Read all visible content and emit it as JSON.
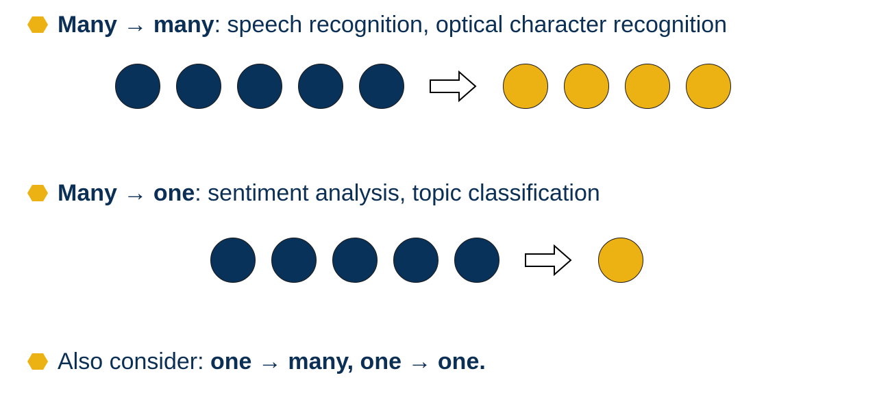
{
  "colors": {
    "bullet": "#ecb113",
    "text": "#0b2f55",
    "input_circle": "#09325a",
    "output_circle": "#ecb113",
    "outline": "#1a1a1a"
  },
  "bullet1": {
    "term_a": "Many",
    "arrow": "→",
    "term_b": "many",
    "rest": ": speech recognition, optical character recognition"
  },
  "bullet2": {
    "term_a": "Many",
    "arrow": "→",
    "term_b": "one",
    "rest": ": sentiment analysis, topic classification"
  },
  "bullet3": {
    "lead": "Also consider: ",
    "term_a": "one",
    "arrow1": "→",
    "term_b": "many, one",
    "arrow2": "→",
    "term_c": "one."
  },
  "diagram1": {
    "inputs": 5,
    "outputs": 4,
    "arrow_icon": "hollow-right-arrow"
  },
  "diagram2": {
    "inputs": 5,
    "outputs": 1,
    "arrow_icon": "hollow-right-arrow"
  }
}
